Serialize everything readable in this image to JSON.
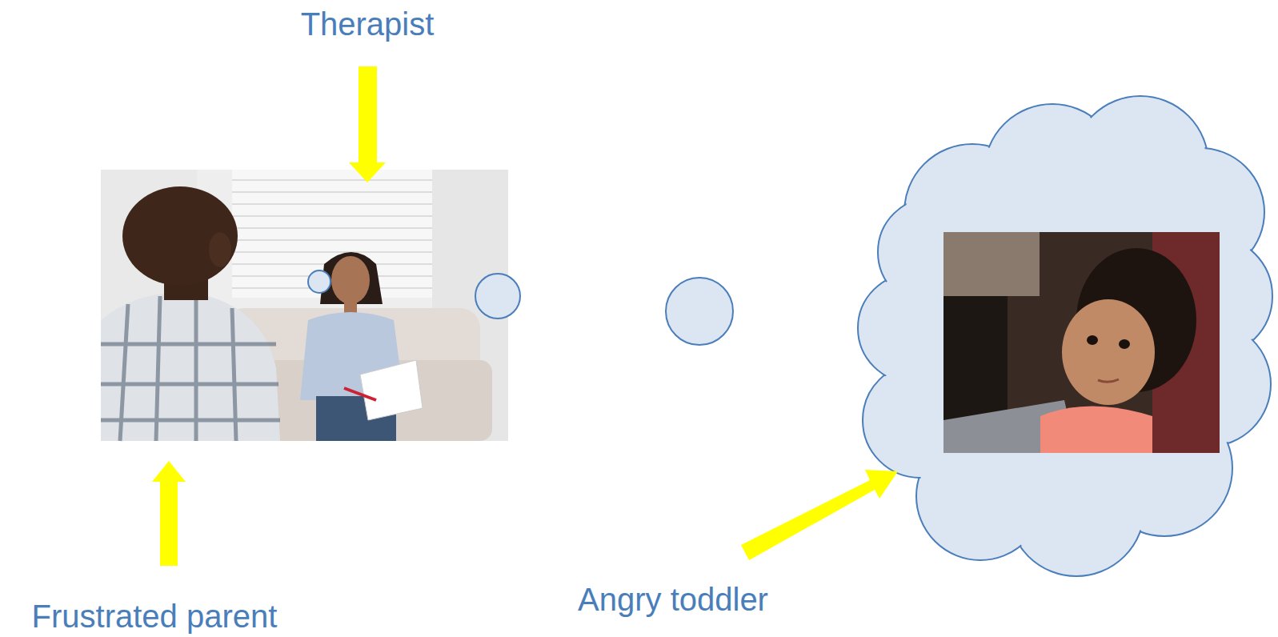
{
  "diagram": {
    "labels": [
      "Therapist",
      "Frustrated parent",
      "Angry toddler"
    ]
  }
}
